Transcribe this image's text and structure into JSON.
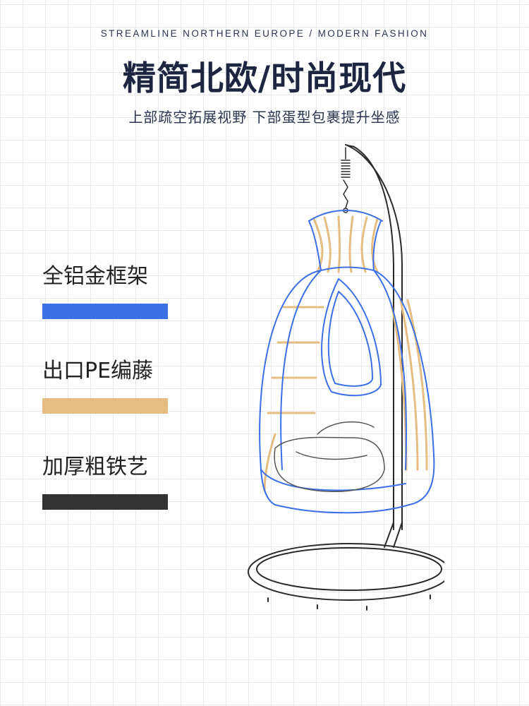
{
  "header": {
    "eyebrow": "STREAMLINE NORTHERN EUROPE / MODERN FASHION",
    "title": "精简北欧/时尚现代",
    "subtitle": "上部疏空拓展视野  下部蛋型包裹提升坐感"
  },
  "materials": [
    {
      "label": "全铝金框架",
      "color": "#3b6fe6"
    },
    {
      "label": "出口PE编藤",
      "color": "#e6bd80"
    },
    {
      "label": "加厚粗铁艺",
      "color": "#333333"
    }
  ],
  "illustration": {
    "icon": "hanging-egg-chair-icon"
  }
}
